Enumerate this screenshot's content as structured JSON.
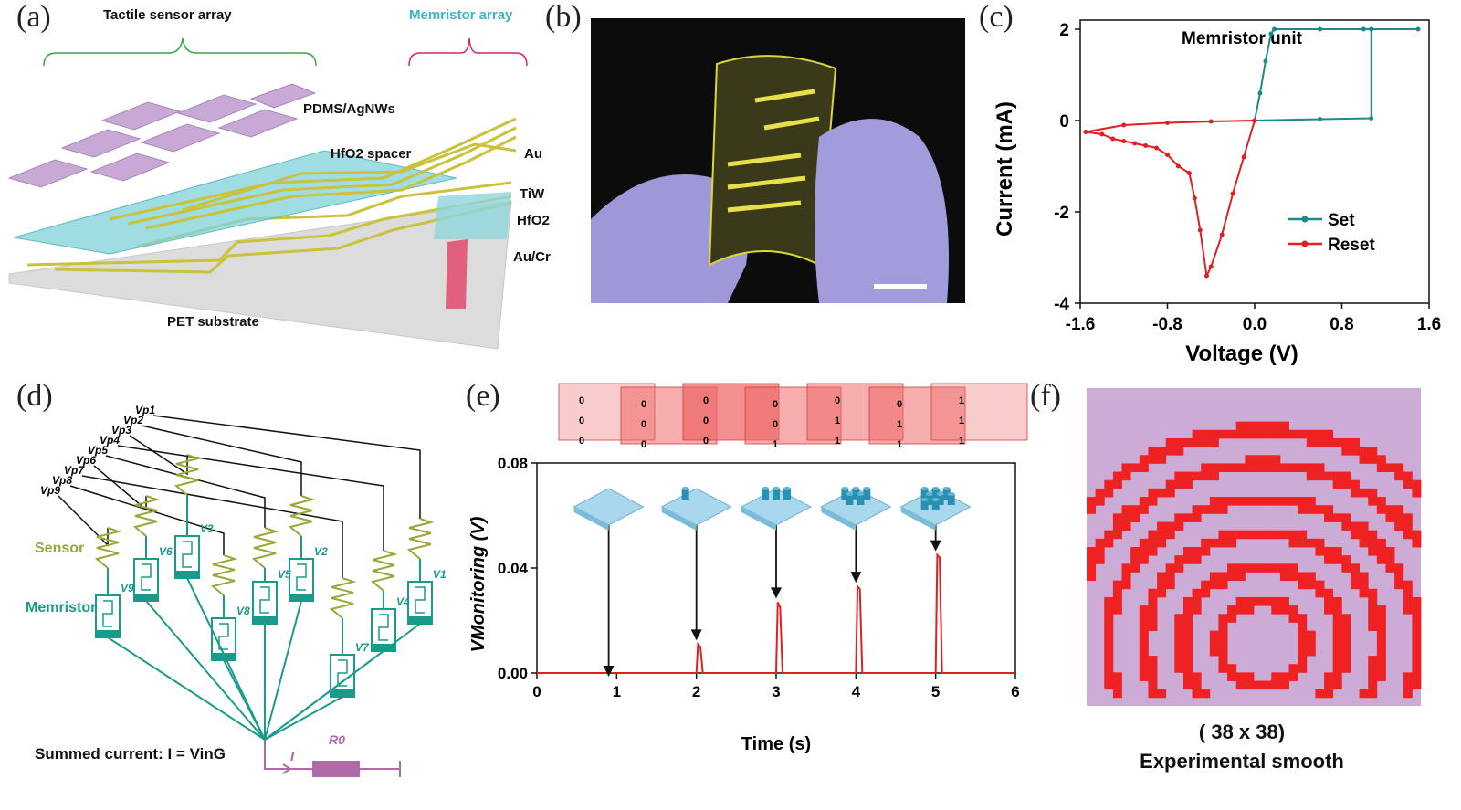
{
  "labels": {
    "a": "(a)",
    "b": "(b)",
    "c": "(c)",
    "d": "(d)",
    "e": "(e)",
    "f": "(f)"
  },
  "panel_a": {
    "tactile_label": "Tactile sensor array",
    "memristor_label": "Memristor array",
    "pdms_label": "PDMS/AgNWs",
    "hfo2_spacer_label": "HfO2 spacer",
    "au_label": "Au",
    "tiw_label": "TiW",
    "hfo2_label": "HfO2",
    "aucr_label": "Au/Cr",
    "pet_label": "PET substrate",
    "colors": {
      "green": "#3aa44a",
      "pink": "#d6236f",
      "spacer": "#7fd2d8",
      "gold": "#c9c23a",
      "pyramid": "#c8a9d6"
    }
  },
  "panel_b": {
    "description_colors": {
      "background": "#0c0c0c",
      "glove": "#9f98d8",
      "device": "#d8d63a"
    }
  },
  "panel_c": {
    "chart_data": {
      "type": "line",
      "title": "Memristor unit",
      "xlabel": "Voltage (V)",
      "ylabel": "Current (mA)",
      "xlim": [
        -1.6,
        1.6
      ],
      "ylim": [
        -4,
        2.2
      ],
      "xticks": [
        "-1.6",
        "-0.8",
        "0.0",
        "0.8",
        "1.6"
      ],
      "yticks": [
        "2",
        "0",
        "-2",
        "-4"
      ],
      "legend_position": "lower-right",
      "series": [
        {
          "name": "Set",
          "color": "#1a8a8a",
          "x": [
            0.0,
            0.05,
            0.1,
            0.15,
            0.18,
            0.6,
            1.0,
            1.5,
            1.07,
            1.07,
            0.6,
            0.0
          ],
          "y": [
            0.0,
            0.6,
            1.3,
            1.9,
            2.0,
            2.0,
            2.0,
            2.0,
            2.0,
            0.05,
            0.03,
            0.0
          ]
        },
        {
          "name": "Reset",
          "color": "#e02020",
          "x": [
            0.0,
            -0.1,
            -0.2,
            -0.3,
            -0.4,
            -0.44,
            -0.5,
            -0.55,
            -0.6,
            -0.7,
            -0.8,
            -0.9,
            -1.0,
            -1.1,
            -1.2,
            -1.3,
            -1.4,
            -1.55,
            -1.2,
            -0.8,
            -0.4,
            0.0
          ],
          "y": [
            0.0,
            -0.8,
            -1.6,
            -2.5,
            -3.2,
            -3.4,
            -2.4,
            -1.7,
            -1.15,
            -1.0,
            -0.75,
            -0.6,
            -0.55,
            -0.5,
            -0.45,
            -0.4,
            -0.3,
            -0.25,
            -0.1,
            -0.05,
            -0.02,
            0.0
          ]
        }
      ]
    }
  },
  "panel_d": {
    "vp_labels": [
      "Vp1",
      "Vp2",
      "Vp3",
      "Vp4",
      "Vp5",
      "Vp6",
      "Vp7",
      "Vp8",
      "Vp9"
    ],
    "v_labels": [
      "V1",
      "V2",
      "V3",
      "V4",
      "V5",
      "V6",
      "V7",
      "V8",
      "V9"
    ],
    "sensor_label": "Sensor",
    "memristor_label": "Memristor",
    "summed_label": "Summed current: I = VinG",
    "i_label": "I",
    "r_label": "R0"
  },
  "panel_e": {
    "chart_data": {
      "type": "line",
      "xlabel": "Time (s)",
      "ylabel": "VMonitoring (V)",
      "xlim": [
        0,
        6
      ],
      "ylim": [
        0,
        0.08
      ],
      "xticks": [
        "0",
        "1",
        "2",
        "3",
        "4",
        "5",
        "6"
      ],
      "yticks": [
        "0.00",
        "0.04",
        "0.08"
      ],
      "series": [
        {
          "name": "",
          "color": "#e02020",
          "x": [
            0,
            1.0,
            2.0,
            2.02,
            2.05,
            2.08,
            3.0,
            3.02,
            3.05,
            3.08,
            4.0,
            4.02,
            4.05,
            4.08,
            5.0,
            5.02,
            5.05,
            5.08,
            6.0
          ],
          "y": [
            0,
            0,
            0,
            0.011,
            0.01,
            0,
            0,
            0.027,
            0.025,
            0,
            0,
            0.033,
            0.032,
            0,
            0,
            0.045,
            0.044,
            0,
            0
          ]
        }
      ]
    },
    "matrices": [
      [
        "0",
        "0",
        "0"
      ],
      [
        "0",
        "0",
        "0"
      ],
      [
        "0",
        "0",
        "0"
      ],
      [
        "0",
        "0",
        "1"
      ],
      [
        "0",
        "1",
        "1"
      ],
      [
        "0",
        "1",
        "1"
      ],
      [
        "1",
        "1",
        "1"
      ]
    ]
  },
  "panel_f": {
    "caption_line1": "( 38 x 38)",
    "caption_line2": "Experimental smooth",
    "colors": {
      "background": "#ccabd6",
      "pattern": "#ee2222"
    }
  }
}
